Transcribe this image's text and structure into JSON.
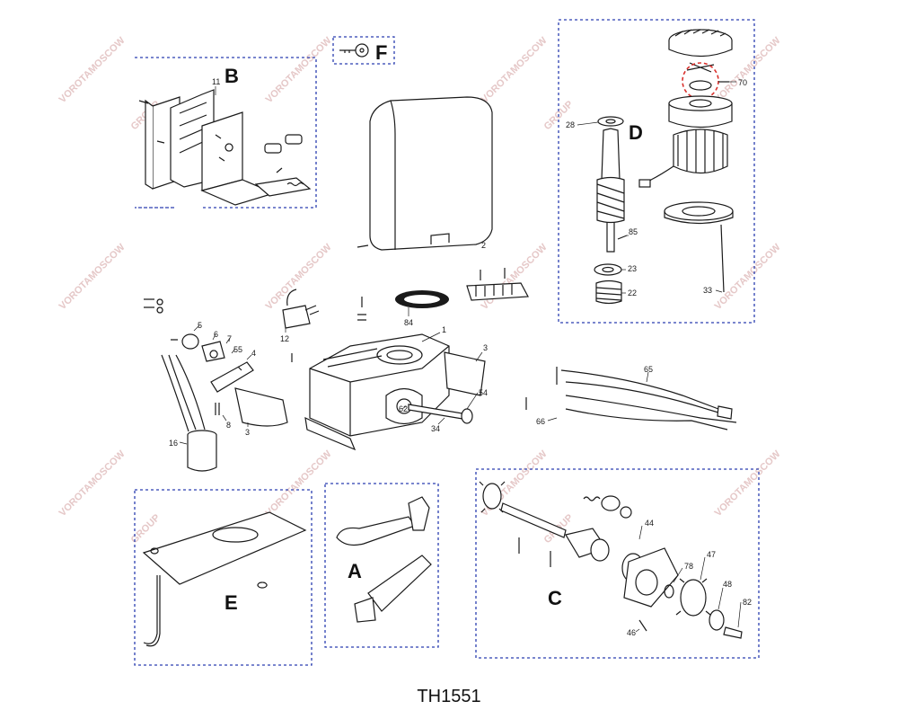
{
  "diagram": {
    "code": "TH1551",
    "group_labels": {
      "A": "A",
      "B": "B",
      "C": "C",
      "D": "D",
      "E": "E",
      "F": "F"
    },
    "part_numbers": {
      "p1": "1",
      "p2": "2",
      "p3a": "3",
      "p3b": "3",
      "p4": "4",
      "p5": "5",
      "p6": "6",
      "p7": "7",
      "p8": "8",
      "p11": "11",
      "p12": "12",
      "p16": "16",
      "p22": "22",
      "p23": "23",
      "p28": "28",
      "p33": "33",
      "p34": "34",
      "p44": "44",
      "p46": "46",
      "p47": "47",
      "p48": "48",
      "p54": "54",
      "p55": "55",
      "p62": "62",
      "p65": "65",
      "p66": "66",
      "p70": "70",
      "p78": "78",
      "p82": "82",
      "p84": "84",
      "p85": "85"
    },
    "highlight_color": "#d9302c",
    "box_color": "#2b3fb0",
    "watermark": {
      "line1": "VOROTAMOSCOW",
      "line2": "GROUP"
    }
  }
}
